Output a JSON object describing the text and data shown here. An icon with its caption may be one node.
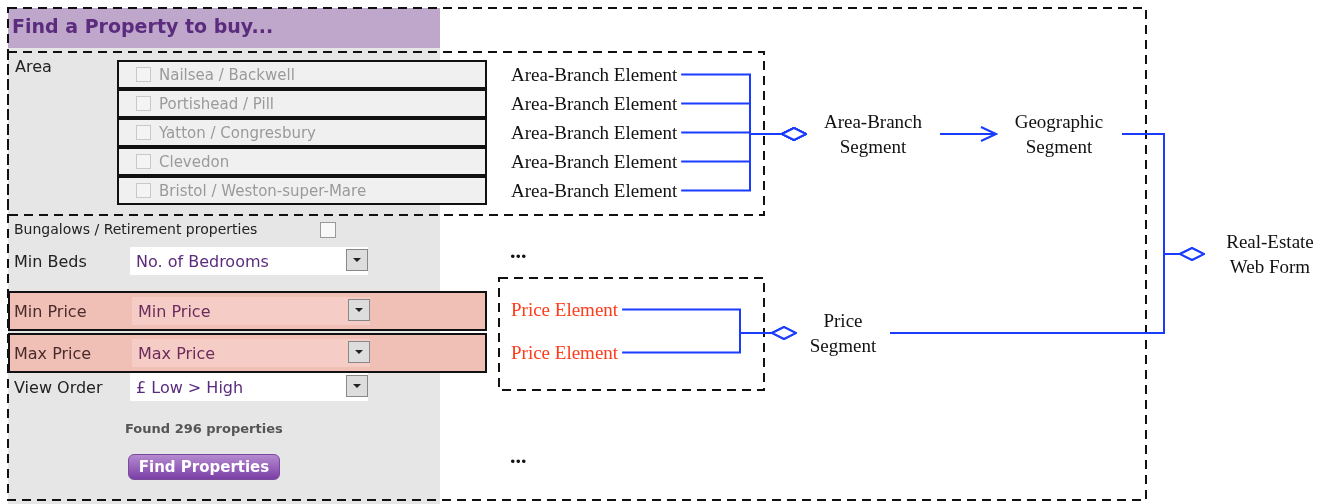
{
  "diagram": {
    "nodes": [
      {
        "text": [
          "Find a Property to buy..."
        ]
      },
      {
        "text": [
          "Nailsea / Backwell"
        ],
        "in": 0
      },
      {
        "text": [
          "Portishead / Pill"
        ],
        "in": 0
      },
      {
        "text": [
          "Yatton / Congresbury"
        ],
        "in": 0
      },
      {
        "text": [
          "Clevedon"
        ],
        "in": 0
      },
      {
        "text": [
          "Bristol / Weston-super-Mare"
        ],
        "in": 0
      },
      {
        "text": [
          "Min Price",
          "Min Price"
        ],
        "in": 0
      },
      {
        "text": [
          "Max Price",
          "Max Price"
        ],
        "in": 0
      },
      {
        "text": [
          "Area-Branch Element"
        ]
      },
      {
        "text": [
          "Area-Branch Element"
        ]
      },
      {
        "text": [
          "Area-Branch Element"
        ]
      },
      {
        "text": [
          "Area-Branch Element"
        ]
      },
      {
        "text": [
          "Area-Branch Element"
        ]
      },
      {
        "text": [
          "Price Element"
        ]
      },
      {
        "text": [
          "Price Element"
        ]
      },
      {
        "text": [
          "Area-Branch Segment"
        ]
      },
      {
        "text": [
          "Geographic Segment"
        ]
      },
      {
        "text": [
          "Price Segment"
        ]
      },
      {
        "text": [
          "Real-Estate Web Form"
        ]
      }
    ],
    "edges": [
      {
        "from": 8,
        "to": 15,
        "arrow": "other"
      },
      {
        "from": 9,
        "to": 15,
        "arrow": "other"
      },
      {
        "from": 10,
        "to": 15,
        "arrow": "other"
      },
      {
        "from": 11,
        "to": 15,
        "arrow": "other"
      },
      {
        "from": 12,
        "to": 15,
        "arrow": "other"
      },
      {
        "from": 13,
        "to": 17,
        "arrow": "other"
      },
      {
        "from": 14,
        "to": 17,
        "arrow": "other"
      },
      {
        "from": 15,
        "to": 16,
        "arrow": "to"
      },
      {
        "from": 16,
        "to": 18,
        "arrow": "other"
      },
      {
        "from": 17,
        "to": 18,
        "arrow": "other"
      }
    ],
    "labels": [
      "Area",
      "Bungalows / Retirement properties",
      "Min Beds",
      "No. of Bedrooms",
      "...",
      "View Order",
      "£ Low > High",
      "Found 296 properties",
      "Find Properties",
      "..."
    ]
  }
}
